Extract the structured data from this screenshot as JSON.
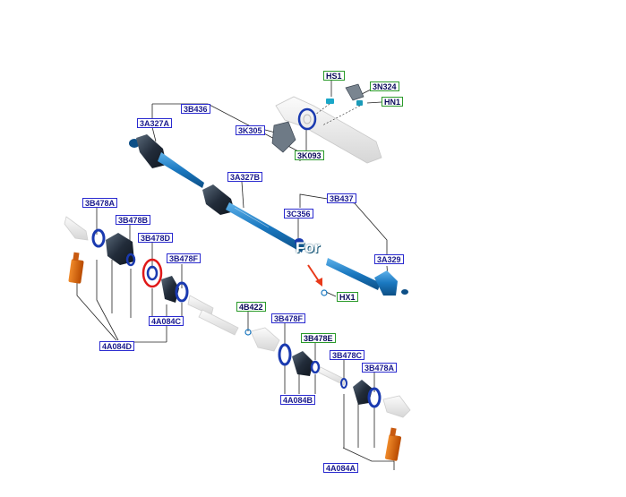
{
  "diagram": {
    "watermark": "For",
    "colors": {
      "shaft": "#1a78c0",
      "shaft_dark": "#0d4f86",
      "boot": "#1e2a3a",
      "clamp": "#1a3ab0",
      "grease": "#e06a10",
      "ghost": "#e6e6e6",
      "highlight_ring": "#e01818",
      "arrow": "#e83a1a",
      "label_blue_border": "#2a2ad0",
      "label_green_border": "#2a9a2a",
      "label_text": "#1a1a8c"
    },
    "callouts": [
      {
        "id": "3B436",
        "text": "3B436",
        "style": "blue"
      },
      {
        "id": "3A327A",
        "text": "3A327A",
        "style": "blue"
      },
      {
        "id": "3A327B",
        "text": "3A327B",
        "style": "blue"
      },
      {
        "id": "HS1",
        "text": "HS1",
        "style": "green"
      },
      {
        "id": "3N324",
        "text": "3N324",
        "style": "green"
      },
      {
        "id": "HN1",
        "text": "HN1",
        "style": "green"
      },
      {
        "id": "3K305",
        "text": "3K305",
        "style": "blue"
      },
      {
        "id": "3K093",
        "text": "3K093",
        "style": "green"
      },
      {
        "id": "3B437",
        "text": "3B437",
        "style": "blue"
      },
      {
        "id": "3C356",
        "text": "3C356",
        "style": "blue"
      },
      {
        "id": "3A329",
        "text": "3A329",
        "style": "blue"
      },
      {
        "id": "HX1",
        "text": "HX1",
        "style": "green"
      },
      {
        "id": "3B478A_L",
        "text": "3B478A",
        "style": "blue"
      },
      {
        "id": "3B478B",
        "text": "3B478B",
        "style": "blue"
      },
      {
        "id": "3B478D",
        "text": "3B478D",
        "style": "blue"
      },
      {
        "id": "3B478F_L",
        "text": "3B478F",
        "style": "blue"
      },
      {
        "id": "4A084C",
        "text": "4A084C",
        "style": "blue"
      },
      {
        "id": "4A084D",
        "text": "4A084D",
        "style": "blue"
      },
      {
        "id": "4B422",
        "text": "4B422",
        "style": "green"
      },
      {
        "id": "3B478F_R",
        "text": "3B478F",
        "style": "blue"
      },
      {
        "id": "3B478E",
        "text": "3B478E",
        "style": "green"
      },
      {
        "id": "3B478C",
        "text": "3B478C",
        "style": "blue"
      },
      {
        "id": "3B478A_R",
        "text": "3B478A",
        "style": "blue"
      },
      {
        "id": "4A084B",
        "text": "4A084B",
        "style": "blue"
      },
      {
        "id": "4A084A",
        "text": "4A084A",
        "style": "blue"
      }
    ]
  }
}
